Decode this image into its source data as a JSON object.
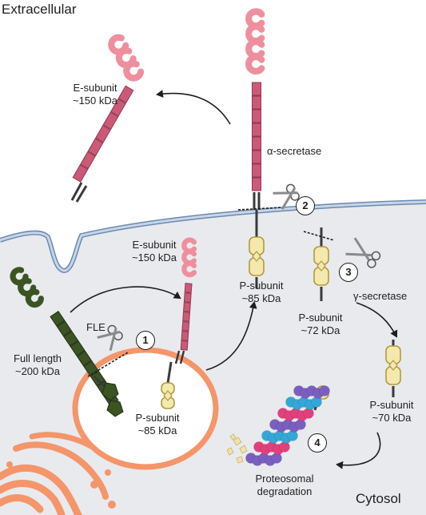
{
  "regions": {
    "extracellular": "Extracellular",
    "cytosol": "Cytosol"
  },
  "labels": {
    "e_subunit_released": [
      "E-subunit",
      "~150 kDa"
    ],
    "e_subunit_vesicle": [
      "E-subunit",
      "~150 kDa"
    ],
    "full_length": [
      "Full length",
      "~200 kDa"
    ],
    "fle": "FLE",
    "p_subunit_vesicle": [
      "P-subunit",
      "~85 kDa"
    ],
    "p_subunit_85": [
      "P-subunit",
      "~85 kDa"
    ],
    "p_subunit_72": [
      "P-subunit",
      "~72 kDa"
    ],
    "p_subunit_70": [
      "P-subunit",
      "~70 kDa"
    ],
    "alpha_secretase": "α-secretase",
    "gamma_secretase": "γ-secretase",
    "proteasomal_degradation": [
      "Proteosomal",
      "degradation"
    ]
  },
  "steps": [
    "1",
    "2",
    "3",
    "4"
  ],
  "colors": {
    "cell": "#e9eaed",
    "membrane": "#b9c7dc",
    "membrane_edge": "#6a8ab0",
    "e_subunit": "#cc5a77",
    "e_subunit_hook": "#ef8f9d",
    "full_length": "#3c5424",
    "p_subunit": "#f5e8ad",
    "p_subunit_edge": "#b09b40",
    "vesicle": "#f4956a",
    "golgi": "#f4956a",
    "proteasome": [
      "#7b5fc0",
      "#e2407c",
      "#35a7d6"
    ]
  }
}
